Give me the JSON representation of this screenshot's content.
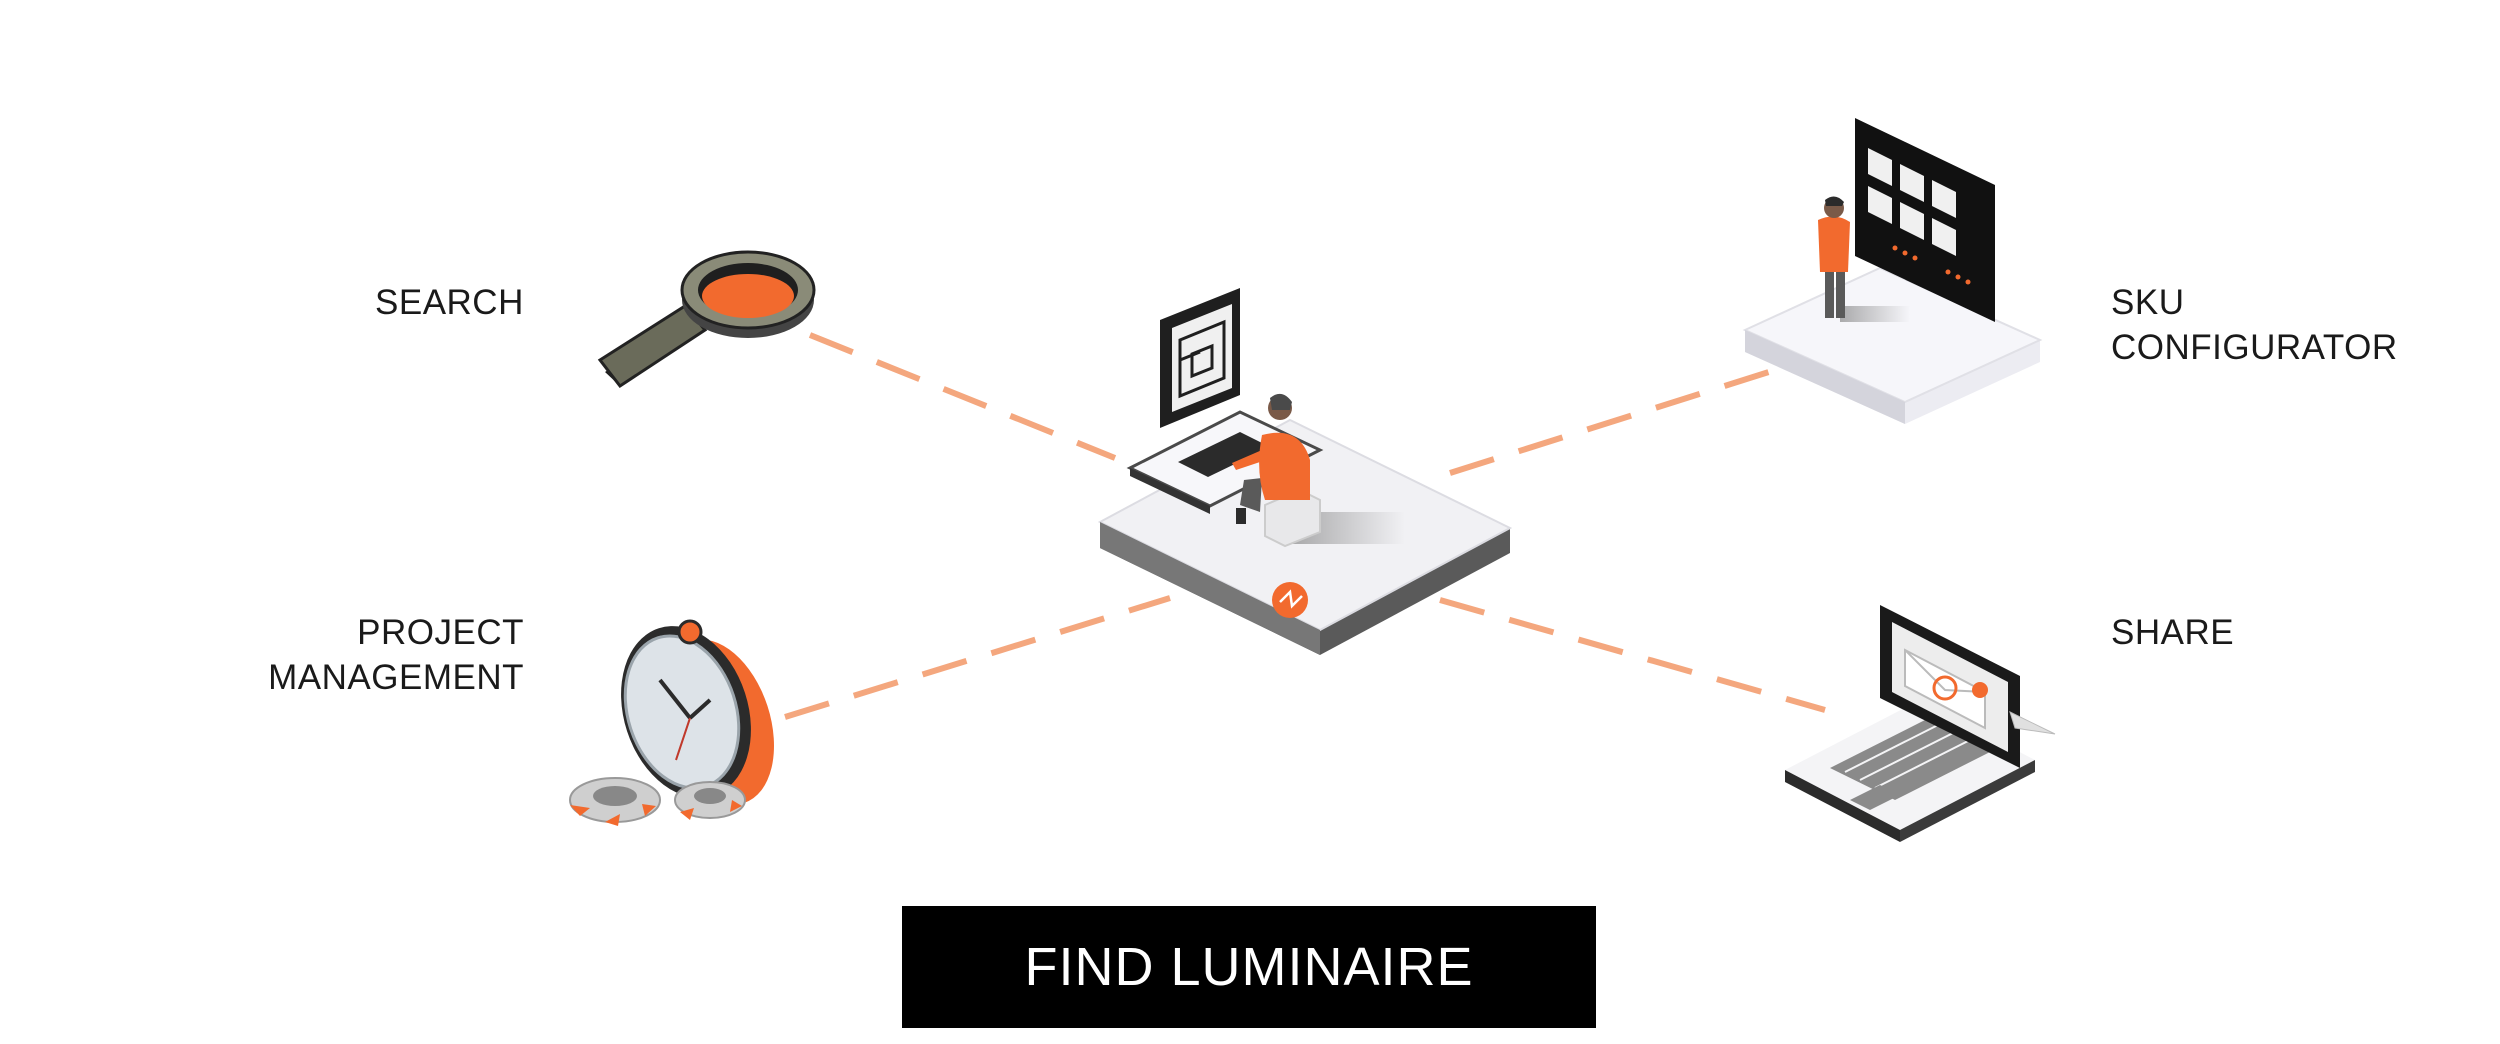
{
  "labels": {
    "search": [
      "SEARCH"
    ],
    "project_management": [
      "PROJECT",
      "MANAGEMENT"
    ],
    "sku_configurator": [
      "SKU",
      "CONFIGURATOR"
    ],
    "share": [
      "SHARE"
    ]
  },
  "cta": {
    "label": "FIND LUMINAIRE"
  },
  "icons": {
    "center": "workstation-platform-icon",
    "search": "magnifying-glass-icon",
    "project_management": "stopwatch-gears-icon",
    "sku_configurator": "configurator-screen-icon",
    "share": "laptop-email-icon"
  },
  "colors": {
    "accent": "#F26A2E",
    "connector": "#F4A77E",
    "button_bg": "#000000",
    "button_text": "#FFFFFF",
    "text": "#1A1A1A"
  }
}
